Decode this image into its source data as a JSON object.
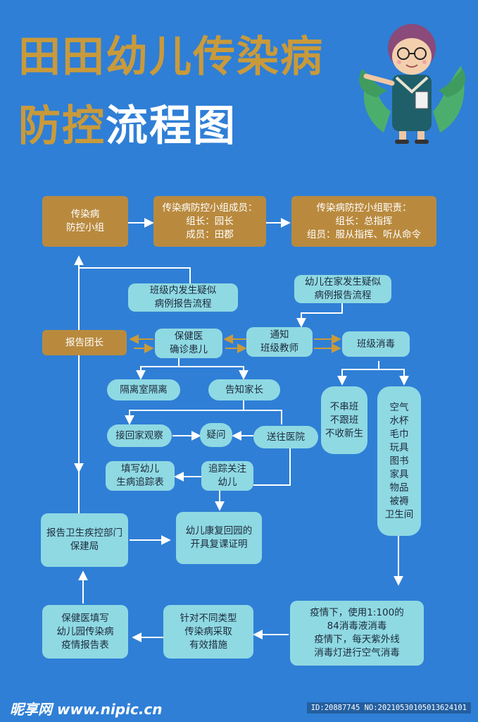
{
  "title": {
    "line1": "田田幼儿传染病",
    "line2_gold": "防控",
    "line2_white": "流程图"
  },
  "nodes": {
    "group": [
      "传染病",
      "防控小组"
    ],
    "members": [
      "传染病防控小组成员：",
      "组长：园长",
      "成员：田郡"
    ],
    "duties": [
      "传染病防控小组职责：",
      "组长：总指挥",
      "组员：服从指挥、听从命令"
    ],
    "class_report": [
      "班级内发生疑似",
      "病例报告流程"
    ],
    "home_report": [
      "幼儿在家发生疑似",
      "病例报告流程"
    ],
    "report_leader": [
      "报告团长"
    ],
    "doctor_confirm": [
      "保健医",
      "确诊患儿"
    ],
    "notify_teacher": [
      "通知",
      "班级教师"
    ],
    "class_disinfect": [
      "班级消毒"
    ],
    "isolation": [
      "隔离室隔离"
    ],
    "notify_parent": [
      "告知家长"
    ],
    "no_mix": [
      "不串班",
      "不跟班",
      "不收新生"
    ],
    "items": [
      "空气",
      "水杯",
      "毛巾",
      "玩具",
      "图书",
      "家具",
      "物品",
      "被褥",
      "卫生间"
    ],
    "pickup_home": [
      "接回家观察"
    ],
    "question": [
      "疑问"
    ],
    "to_hospital": [
      "送往医院"
    ],
    "fill_table": [
      "填写幼儿",
      "生病追踪表"
    ],
    "track": [
      "追踪关注",
      "幼儿"
    ],
    "report_cdc": [
      "报告卫生疾控部门",
      "保建局"
    ],
    "recovery": [
      "幼儿康复回园的",
      "开具复课证明"
    ],
    "doctor_fill": [
      "保健医填写",
      "幼儿园传染病",
      "疫情报告表"
    ],
    "measures": [
      "针对不同类型",
      "传染病采取",
      "有效措施"
    ],
    "epidemic": [
      "疫情下，使用1:100的",
      "84消毒液消毒",
      "疫情下，每天紫外线",
      "消毒灯进行空气消毒"
    ]
  },
  "footer": {
    "logo": "昵享网 www.nipic.cn",
    "id": "ID:20887745 NO:20210530105013624101"
  },
  "colors": {
    "background": "#2f7fd6",
    "gold": "#b98a3e",
    "cyan": "#8fd9e3",
    "arrow_white": "#ffffff",
    "arrow_gold": "#c99a3b"
  }
}
